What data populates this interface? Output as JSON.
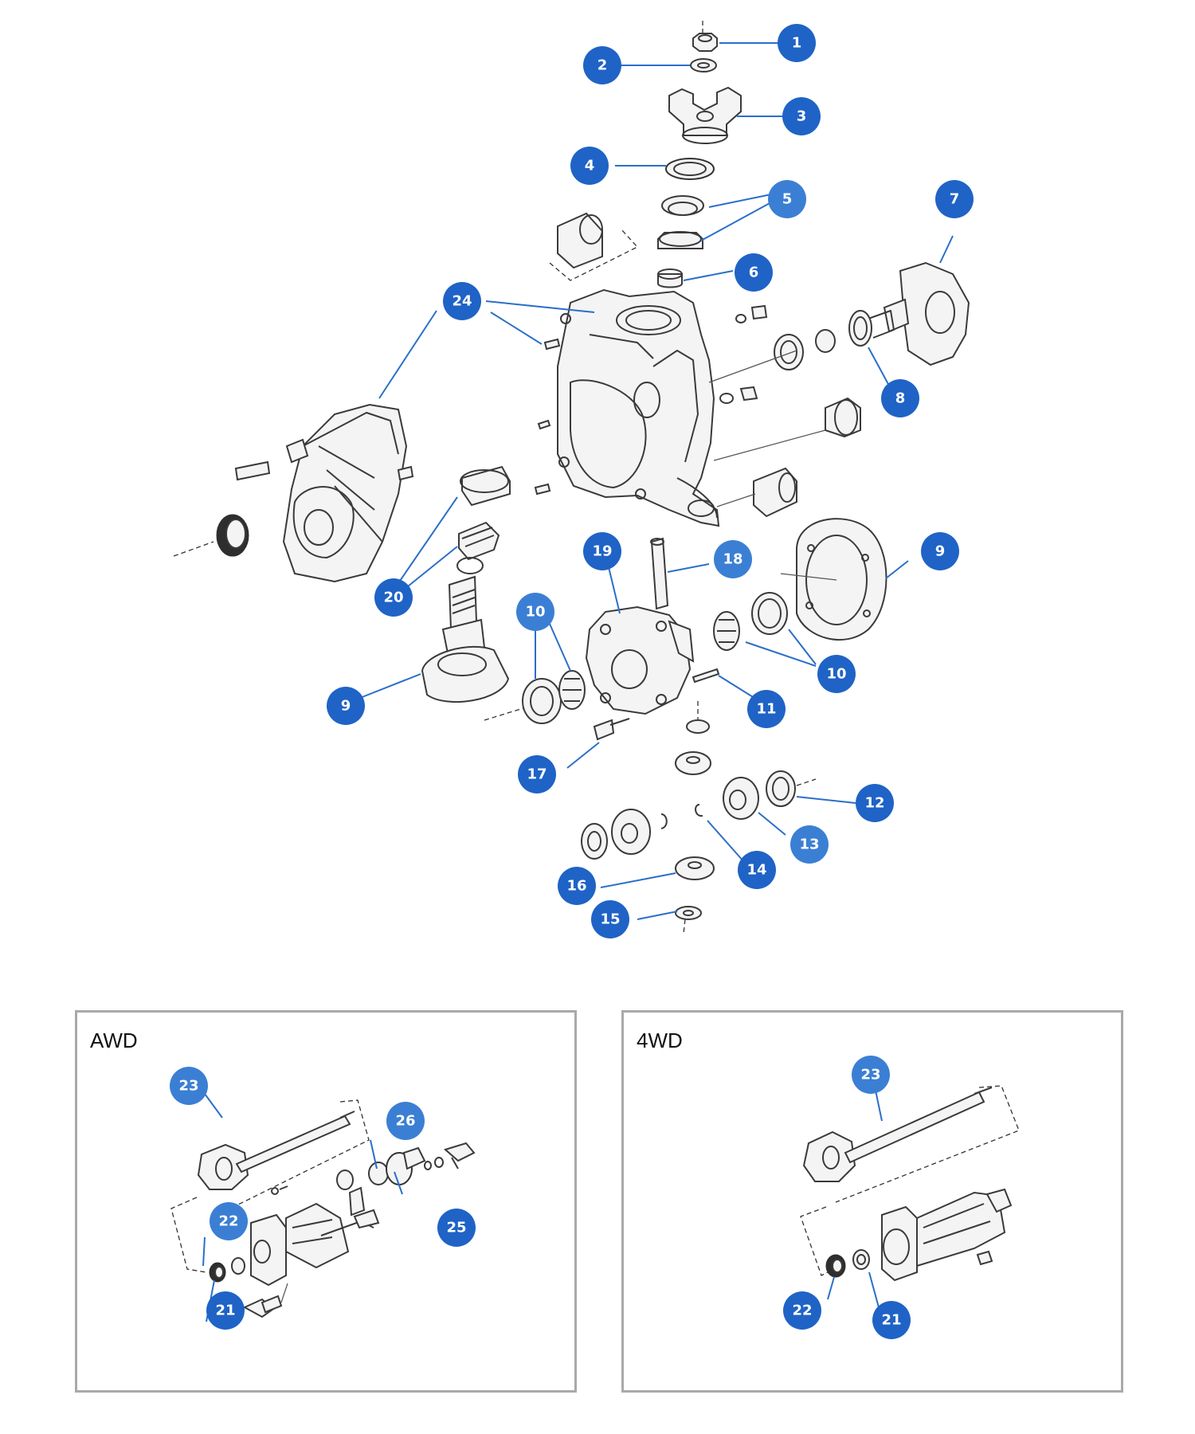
{
  "colors": {
    "callout_fill": "#2a6fc9",
    "callout_text": "#ffffff",
    "line": "#3a3a3a",
    "panel_border": "#a9a9a9"
  },
  "main_callouts": [
    "1",
    "2",
    "3",
    "4",
    "5",
    "6",
    "7",
    "8",
    "9",
    "9",
    "10",
    "10",
    "11",
    "12",
    "13",
    "14",
    "15",
    "16",
    "17",
    "18",
    "19",
    "20",
    "24"
  ],
  "awd": {
    "title": "AWD",
    "callouts": [
      "23",
      "26",
      "25",
      "22",
      "21"
    ]
  },
  "fourwd": {
    "title": "4WD",
    "callouts": [
      "23",
      "22",
      "21"
    ]
  }
}
